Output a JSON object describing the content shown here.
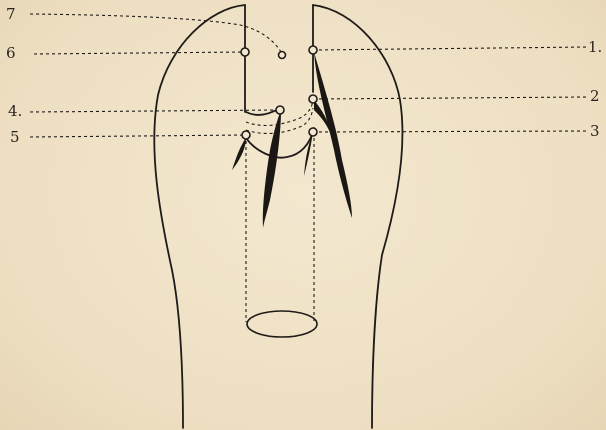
{
  "figure": {
    "labels_left": [
      "7",
      "6",
      "4.",
      "5"
    ],
    "labels_right": [
      "1.",
      "2",
      "3"
    ]
  },
  "colors": {
    "paper": "#efe3c8",
    "ink": "#1e1b18"
  }
}
